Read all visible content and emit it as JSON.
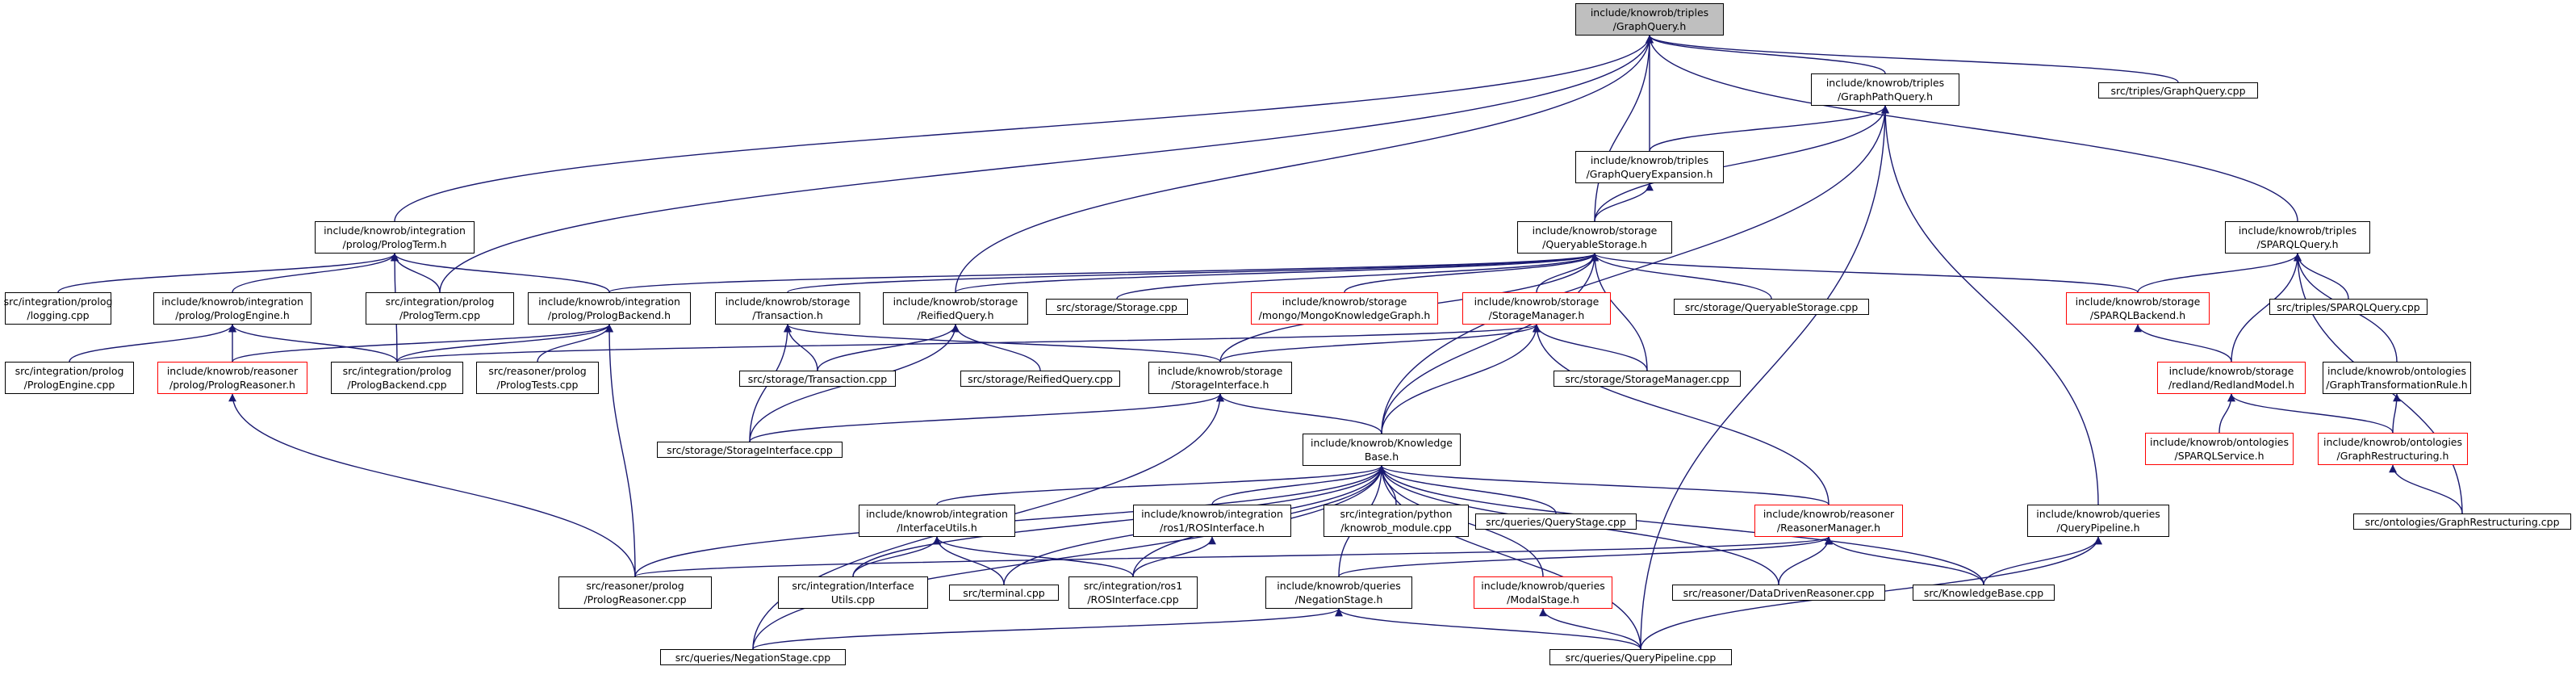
{
  "colors": {
    "edge": "#191970",
    "node_border": "#000000",
    "node_incomplete_border": "#ff0000",
    "root_fill": "#bfbfbf"
  },
  "nodes": [
    {
      "id": "n0",
      "name": "node-graph-query-h",
      "lines": [
        "include/knowrob/triples",
        "/GraphQuery.h"
      ],
      "root": true
    },
    {
      "id": "n1",
      "name": "node-graph-path-query-h",
      "lines": [
        "include/knowrob/triples",
        "/GraphPathQuery.h"
      ]
    },
    {
      "id": "n2",
      "name": "node-graph-query-cpp",
      "lines": [
        "src/triples/GraphQuery.cpp"
      ]
    },
    {
      "id": "n3",
      "name": "node-graph-query-expansion-h",
      "lines": [
        "include/knowrob/triples",
        "/GraphQueryExpansion.h"
      ]
    },
    {
      "id": "n4",
      "name": "node-queryable-storage-h",
      "lines": [
        "include/knowrob/storage",
        "/QueryableStorage.h"
      ]
    },
    {
      "id": "n5",
      "name": "node-prolog-term-h",
      "lines": [
        "include/knowrob/integration",
        "/prolog/PrologTerm.h"
      ]
    },
    {
      "id": "n6",
      "name": "node-sparql-query-h",
      "lines": [
        "include/knowrob/triples",
        "/SPARQLQuery.h"
      ]
    },
    {
      "id": "n7",
      "name": "node-logging-cpp",
      "lines": [
        "src/integration/prolog",
        "/logging.cpp"
      ]
    },
    {
      "id": "n8",
      "name": "node-prolog-engine-h",
      "lines": [
        "include/knowrob/integration",
        "/prolog/PrologEngine.h"
      ]
    },
    {
      "id": "n9",
      "name": "node-prolog-term-cpp",
      "lines": [
        "src/integration/prolog",
        "/PrologTerm.cpp"
      ]
    },
    {
      "id": "n10",
      "name": "node-prolog-backend-h",
      "lines": [
        "include/knowrob/integration",
        "/prolog/PrologBackend.h"
      ]
    },
    {
      "id": "n11",
      "name": "node-transaction-h",
      "lines": [
        "include/knowrob/storage",
        "/Transaction.h"
      ]
    },
    {
      "id": "n12",
      "name": "node-reified-query-h",
      "lines": [
        "include/knowrob/storage",
        "/ReifiedQuery.h"
      ]
    },
    {
      "id": "n13",
      "name": "node-storage-cpp",
      "lines": [
        "src/storage/Storage.cpp"
      ]
    },
    {
      "id": "n14",
      "name": "node-mongo-knowledge-graph-h",
      "lines": [
        "include/knowrob/storage",
        "/mongo/MongoKnowledgeGraph.h"
      ],
      "red": true
    },
    {
      "id": "n15",
      "name": "node-storage-manager-h",
      "lines": [
        "include/knowrob/storage",
        "/StorageManager.h"
      ],
      "red": true
    },
    {
      "id": "n16",
      "name": "node-queryable-storage-cpp",
      "lines": [
        "src/storage/QueryableStorage.cpp"
      ]
    },
    {
      "id": "n17",
      "name": "node-sparql-backend-h",
      "lines": [
        "include/knowrob/storage",
        "/SPARQLBackend.h"
      ],
      "red": true
    },
    {
      "id": "n18",
      "name": "node-sparql-query-cpp",
      "lines": [
        "src/triples/SPARQLQuery.cpp"
      ]
    },
    {
      "id": "n19",
      "name": "node-prolog-engine-cpp",
      "lines": [
        "src/integration/prolog",
        "/PrologEngine.cpp"
      ]
    },
    {
      "id": "n20",
      "name": "node-prolog-reasoner-h",
      "lines": [
        "include/knowrob/reasoner",
        "/prolog/PrologReasoner.h"
      ],
      "red": true
    },
    {
      "id": "n21",
      "name": "node-prolog-backend-cpp",
      "lines": [
        "src/integration/prolog",
        "/PrologBackend.cpp"
      ]
    },
    {
      "id": "n22",
      "name": "node-prolog-tests-cpp",
      "lines": [
        "src/reasoner/prolog",
        "/PrologTests.cpp"
      ]
    },
    {
      "id": "n23",
      "name": "node-transaction-cpp",
      "lines": [
        "src/storage/Transaction.cpp"
      ]
    },
    {
      "id": "n24",
      "name": "node-reified-query-cpp",
      "lines": [
        "src/storage/ReifiedQuery.cpp"
      ]
    },
    {
      "id": "n25",
      "name": "node-storage-interface-h",
      "lines": [
        "include/knowrob/storage",
        "/StorageInterface.h"
      ]
    },
    {
      "id": "n26",
      "name": "node-storage-manager-cpp",
      "lines": [
        "src/storage/StorageManager.cpp"
      ]
    },
    {
      "id": "n27",
      "name": "node-redland-model-h",
      "lines": [
        "include/knowrob/storage",
        "/redland/RedlandModel.h"
      ],
      "red": true
    },
    {
      "id": "n28",
      "name": "node-graph-transformation-rule-h",
      "lines": [
        "include/knowrob/ontologies",
        "/GraphTransformationRule.h"
      ]
    },
    {
      "id": "n29",
      "name": "node-storage-interface-cpp",
      "lines": [
        "src/storage/StorageInterface.cpp"
      ]
    },
    {
      "id": "n30",
      "name": "node-knowledge-base-h",
      "lines": [
        "include/knowrob/Knowledge",
        "Base.h"
      ]
    },
    {
      "id": "n31",
      "name": "node-sparql-service-h",
      "lines": [
        "include/knowrob/ontologies",
        "/SPARQLService.h"
      ],
      "red": true
    },
    {
      "id": "n32",
      "name": "node-graph-restructuring-h",
      "lines": [
        "include/knowrob/ontologies",
        "/GraphRestructuring.h"
      ],
      "red": true
    },
    {
      "id": "n33",
      "name": "node-interface-utils-h",
      "lines": [
        "include/knowrob/integration",
        "/InterfaceUtils.h"
      ]
    },
    {
      "id": "n34",
      "name": "node-ros-interface-h",
      "lines": [
        "include/knowrob/integration",
        "/ros1/ROSInterface.h"
      ]
    },
    {
      "id": "n35",
      "name": "node-knowrob-module-cpp",
      "lines": [
        "src/integration/python",
        "/knowrob_module.cpp"
      ]
    },
    {
      "id": "n36",
      "name": "node-query-stage-cpp",
      "lines": [
        "src/queries/QueryStage.cpp"
      ]
    },
    {
      "id": "n37",
      "name": "node-reasoner-manager-h",
      "lines": [
        "include/knowrob/reasoner",
        "/ReasonerManager.h"
      ],
      "red": true
    },
    {
      "id": "n38",
      "name": "node-query-pipeline-h",
      "lines": [
        "include/knowrob/queries",
        "/QueryPipeline.h"
      ]
    },
    {
      "id": "n39",
      "name": "node-graph-restructuring-cpp",
      "lines": [
        "src/ontologies/GraphRestructuring.cpp"
      ]
    },
    {
      "id": "n40",
      "name": "node-prolog-reasoner-cpp",
      "lines": [
        "src/reasoner/prolog",
        "/PrologReasoner.cpp"
      ]
    },
    {
      "id": "n41",
      "name": "node-interface-utils-cpp",
      "lines": [
        "src/integration/Interface",
        "Utils.cpp"
      ]
    },
    {
      "id": "n42",
      "name": "node-terminal-cpp",
      "lines": [
        "src/terminal.cpp"
      ]
    },
    {
      "id": "n43",
      "name": "node-ros-interface-cpp",
      "lines": [
        "src/integration/ros1",
        "/ROSInterface.cpp"
      ]
    },
    {
      "id": "n44",
      "name": "node-negation-stage-h",
      "lines": [
        "include/knowrob/queries",
        "/NegationStage.h"
      ]
    },
    {
      "id": "n45",
      "name": "node-modal-stage-h",
      "lines": [
        "include/knowrob/queries",
        "/ModalStage.h"
      ],
      "red": true
    },
    {
      "id": "n46",
      "name": "node-data-driven-reasoner-cpp",
      "lines": [
        "src/reasoner/DataDrivenReasoner.cpp"
      ]
    },
    {
      "id": "n47",
      "name": "node-knowledge-base-cpp",
      "lines": [
        "src/KnowledgeBase.cpp"
      ]
    },
    {
      "id": "n48",
      "name": "node-negation-stage-cpp",
      "lines": [
        "src/queries/NegationStage.cpp"
      ]
    },
    {
      "id": "n49",
      "name": "node-query-pipeline-cpp",
      "lines": [
        "src/queries/QueryPipeline.cpp"
      ]
    }
  ],
  "edges": [
    [
      "n1",
      "n0"
    ],
    [
      "n2",
      "n0"
    ],
    [
      "n3",
      "n0"
    ],
    [
      "n4",
      "n0"
    ],
    [
      "n5",
      "n0"
    ],
    [
      "n6",
      "n0"
    ],
    [
      "n9",
      "n0"
    ],
    [
      "n12",
      "n0"
    ],
    [
      "n3",
      "n1"
    ],
    [
      "n4",
      "n1"
    ],
    [
      "n30",
      "n1"
    ],
    [
      "n38",
      "n1"
    ],
    [
      "n49",
      "n1"
    ],
    [
      "n4",
      "n3"
    ],
    [
      "n10",
      "n4"
    ],
    [
      "n11",
      "n4"
    ],
    [
      "n12",
      "n4"
    ],
    [
      "n13",
      "n4"
    ],
    [
      "n14",
      "n4"
    ],
    [
      "n15",
      "n4"
    ],
    [
      "n16",
      "n4"
    ],
    [
      "n17",
      "n4"
    ],
    [
      "n25",
      "n4"
    ],
    [
      "n26",
      "n4"
    ],
    [
      "n30",
      "n4"
    ],
    [
      "n7",
      "n5"
    ],
    [
      "n8",
      "n5"
    ],
    [
      "n9",
      "n5"
    ],
    [
      "n10",
      "n5"
    ],
    [
      "n21",
      "n5"
    ],
    [
      "n17",
      "n6"
    ],
    [
      "n18",
      "n6"
    ],
    [
      "n27",
      "n6"
    ],
    [
      "n28",
      "n6"
    ],
    [
      "n39",
      "n6"
    ],
    [
      "n19",
      "n8"
    ],
    [
      "n20",
      "n8"
    ],
    [
      "n21",
      "n8"
    ],
    [
      "n21",
      "n10"
    ],
    [
      "n22",
      "n10"
    ],
    [
      "n40",
      "n10"
    ],
    [
      "n20",
      "n10"
    ],
    [
      "n23",
      "n11"
    ],
    [
      "n29",
      "n11"
    ],
    [
      "n25",
      "n11"
    ],
    [
      "n23",
      "n12"
    ],
    [
      "n24",
      "n12"
    ],
    [
      "n29",
      "n12"
    ],
    [
      "n25",
      "n15"
    ],
    [
      "n26",
      "n15"
    ],
    [
      "n30",
      "n15"
    ],
    [
      "n37",
      "n15"
    ],
    [
      "n21",
      "n15"
    ],
    [
      "n27",
      "n17"
    ],
    [
      "n40",
      "n20"
    ],
    [
      "n29",
      "n25"
    ],
    [
      "n30",
      "n25"
    ],
    [
      "n48",
      "n25"
    ],
    [
      "n31",
      "n27"
    ],
    [
      "n32",
      "n27"
    ],
    [
      "n32",
      "n28"
    ],
    [
      "n39",
      "n32"
    ],
    [
      "n33",
      "n30"
    ],
    [
      "n34",
      "n30"
    ],
    [
      "n35",
      "n30"
    ],
    [
      "n36",
      "n30"
    ],
    [
      "n37",
      "n30"
    ],
    [
      "n40",
      "n30"
    ],
    [
      "n41",
      "n30"
    ],
    [
      "n42",
      "n30"
    ],
    [
      "n43",
      "n30"
    ],
    [
      "n44",
      "n30"
    ],
    [
      "n45",
      "n30"
    ],
    [
      "n46",
      "n30"
    ],
    [
      "n47",
      "n30"
    ],
    [
      "n48",
      "n30"
    ],
    [
      "n49",
      "n30"
    ],
    [
      "n41",
      "n33"
    ],
    [
      "n42",
      "n33"
    ],
    [
      "n43",
      "n33"
    ],
    [
      "n43",
      "n34"
    ],
    [
      "n40",
      "n37"
    ],
    [
      "n44",
      "n37"
    ],
    [
      "n46",
      "n37"
    ],
    [
      "n47",
      "n37"
    ],
    [
      "n47",
      "n38"
    ],
    [
      "n49",
      "n38"
    ],
    [
      "n48",
      "n44"
    ],
    [
      "n49",
      "n44"
    ],
    [
      "n49",
      "n45"
    ]
  ]
}
